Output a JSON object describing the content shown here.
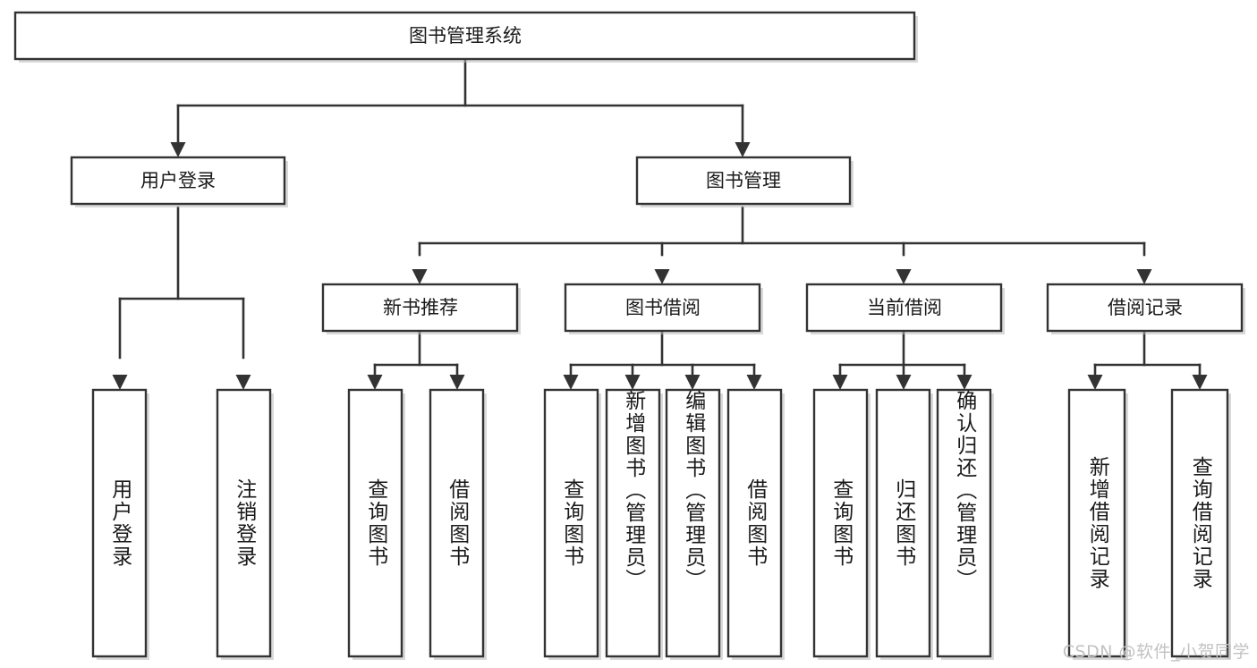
{
  "diagram": {
    "title": "图书管理系统",
    "type": "hierarchy-tree",
    "watermark": "CSDN @软件_小贺同学",
    "colors": {
      "box_stroke": "#333333",
      "box_fill": "#ffffff",
      "connector": "#333333",
      "shadow": "#b9b9b9",
      "text": "#1a1a1a",
      "watermark": "#c2c2c2",
      "background": "#ffffff"
    },
    "nodes": {
      "root": {
        "label": "图书管理系统",
        "orientation": "horizontal"
      },
      "level2": [
        {
          "id": "user-login",
          "label": "用户登录",
          "orientation": "horizontal"
        },
        {
          "id": "book-manage",
          "label": "图书管理",
          "orientation": "horizontal"
        }
      ],
      "level3": [
        {
          "id": "new-book-recommend",
          "label": "新书推荐",
          "orientation": "horizontal"
        },
        {
          "id": "book-borrow",
          "label": "图书借阅",
          "orientation": "horizontal"
        },
        {
          "id": "current-borrow",
          "label": "当前借阅",
          "orientation": "horizontal"
        },
        {
          "id": "borrow-record",
          "label": "借阅记录",
          "orientation": "horizontal"
        }
      ],
      "leaves": [
        {
          "id": "leaf-user-login",
          "label": "用户登录",
          "parent": "user-login"
        },
        {
          "id": "leaf-logout-login",
          "label": "注销登录",
          "parent": "user-login"
        },
        {
          "id": "leaf-query-book-1",
          "label": "查询图书",
          "parent": "new-book-recommend"
        },
        {
          "id": "leaf-borrow-book-1",
          "label": "借阅图书",
          "parent": "new-book-recommend"
        },
        {
          "id": "leaf-query-book-2",
          "label": "查询图书",
          "parent": "book-borrow"
        },
        {
          "id": "leaf-add-book",
          "label": "新增图书（管理员）",
          "parent": "book-borrow"
        },
        {
          "id": "leaf-edit-book",
          "label": "编辑图书（管理员）",
          "parent": "book-borrow"
        },
        {
          "id": "leaf-borrow-book-2",
          "label": "借阅图书",
          "parent": "book-borrow"
        },
        {
          "id": "leaf-query-book-3",
          "label": "查询图书",
          "parent": "current-borrow"
        },
        {
          "id": "leaf-return-book",
          "label": "归还图书",
          "parent": "current-borrow"
        },
        {
          "id": "leaf-confirm-return",
          "label": "确认归还（管理员）",
          "parent": "current-borrow"
        },
        {
          "id": "leaf-add-record",
          "label": "新增借阅记录",
          "parent": "borrow-record"
        },
        {
          "id": "leaf-query-record",
          "label": "查询借阅记录",
          "parent": "borrow-record"
        }
      ]
    }
  }
}
